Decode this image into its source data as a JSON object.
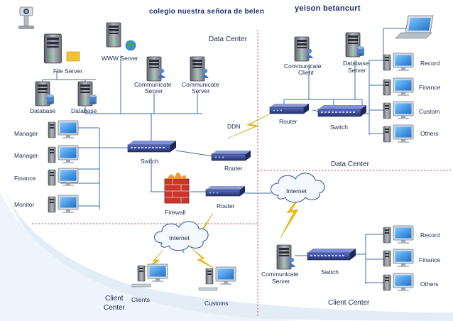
{
  "header": {
    "school": "colegio nuestra señora de belen",
    "author": "yeison betancurt"
  },
  "sections": {
    "data_center_left": "Data Center",
    "data_center_right": "Data Center",
    "client_center_right": "Client Center",
    "client_center_left": "Client\nCenter"
  },
  "nodes": {
    "file_server": "File Server",
    "www_server": "WWW Server",
    "database_1": "Database",
    "database_2": "Database",
    "comm_server_1": "Communicate\nServer",
    "comm_server_2": "Communicate\nServer",
    "comm_client": "Communicate\nClient",
    "database_server": "Database\nServer",
    "record_top": "Record",
    "finance_top": "Finance",
    "custom_top": "Custom",
    "others_top": "Others",
    "ddn": "DDN",
    "router_right": "Router",
    "switch_right": "Switch",
    "manager_1": "Manager",
    "manager_2": "Manager",
    "finance_left": "Finance",
    "monitor": "Monitor",
    "switch_center": "Switch",
    "router_center": "Router",
    "firewall": "Firewall",
    "router_lower": "Router",
    "internet_right": "Internet",
    "internet_left": "Internet",
    "clients": "Clients",
    "customs": "Customs",
    "comm_server_bottom": "Communicate\nServer",
    "switch_bottom": "Switch",
    "record_bottom": "Record",
    "finance_bottom": "Finance",
    "others_bottom": "Others"
  },
  "colors": {
    "header_text": "#1f2b6b",
    "line": "#3b6fa8",
    "divider": "#d23b3b",
    "bolt": "#f2c200",
    "switch": "#3a4f9a",
    "server": "#8a8f98",
    "monitor_screen": "#2f8fe0"
  }
}
